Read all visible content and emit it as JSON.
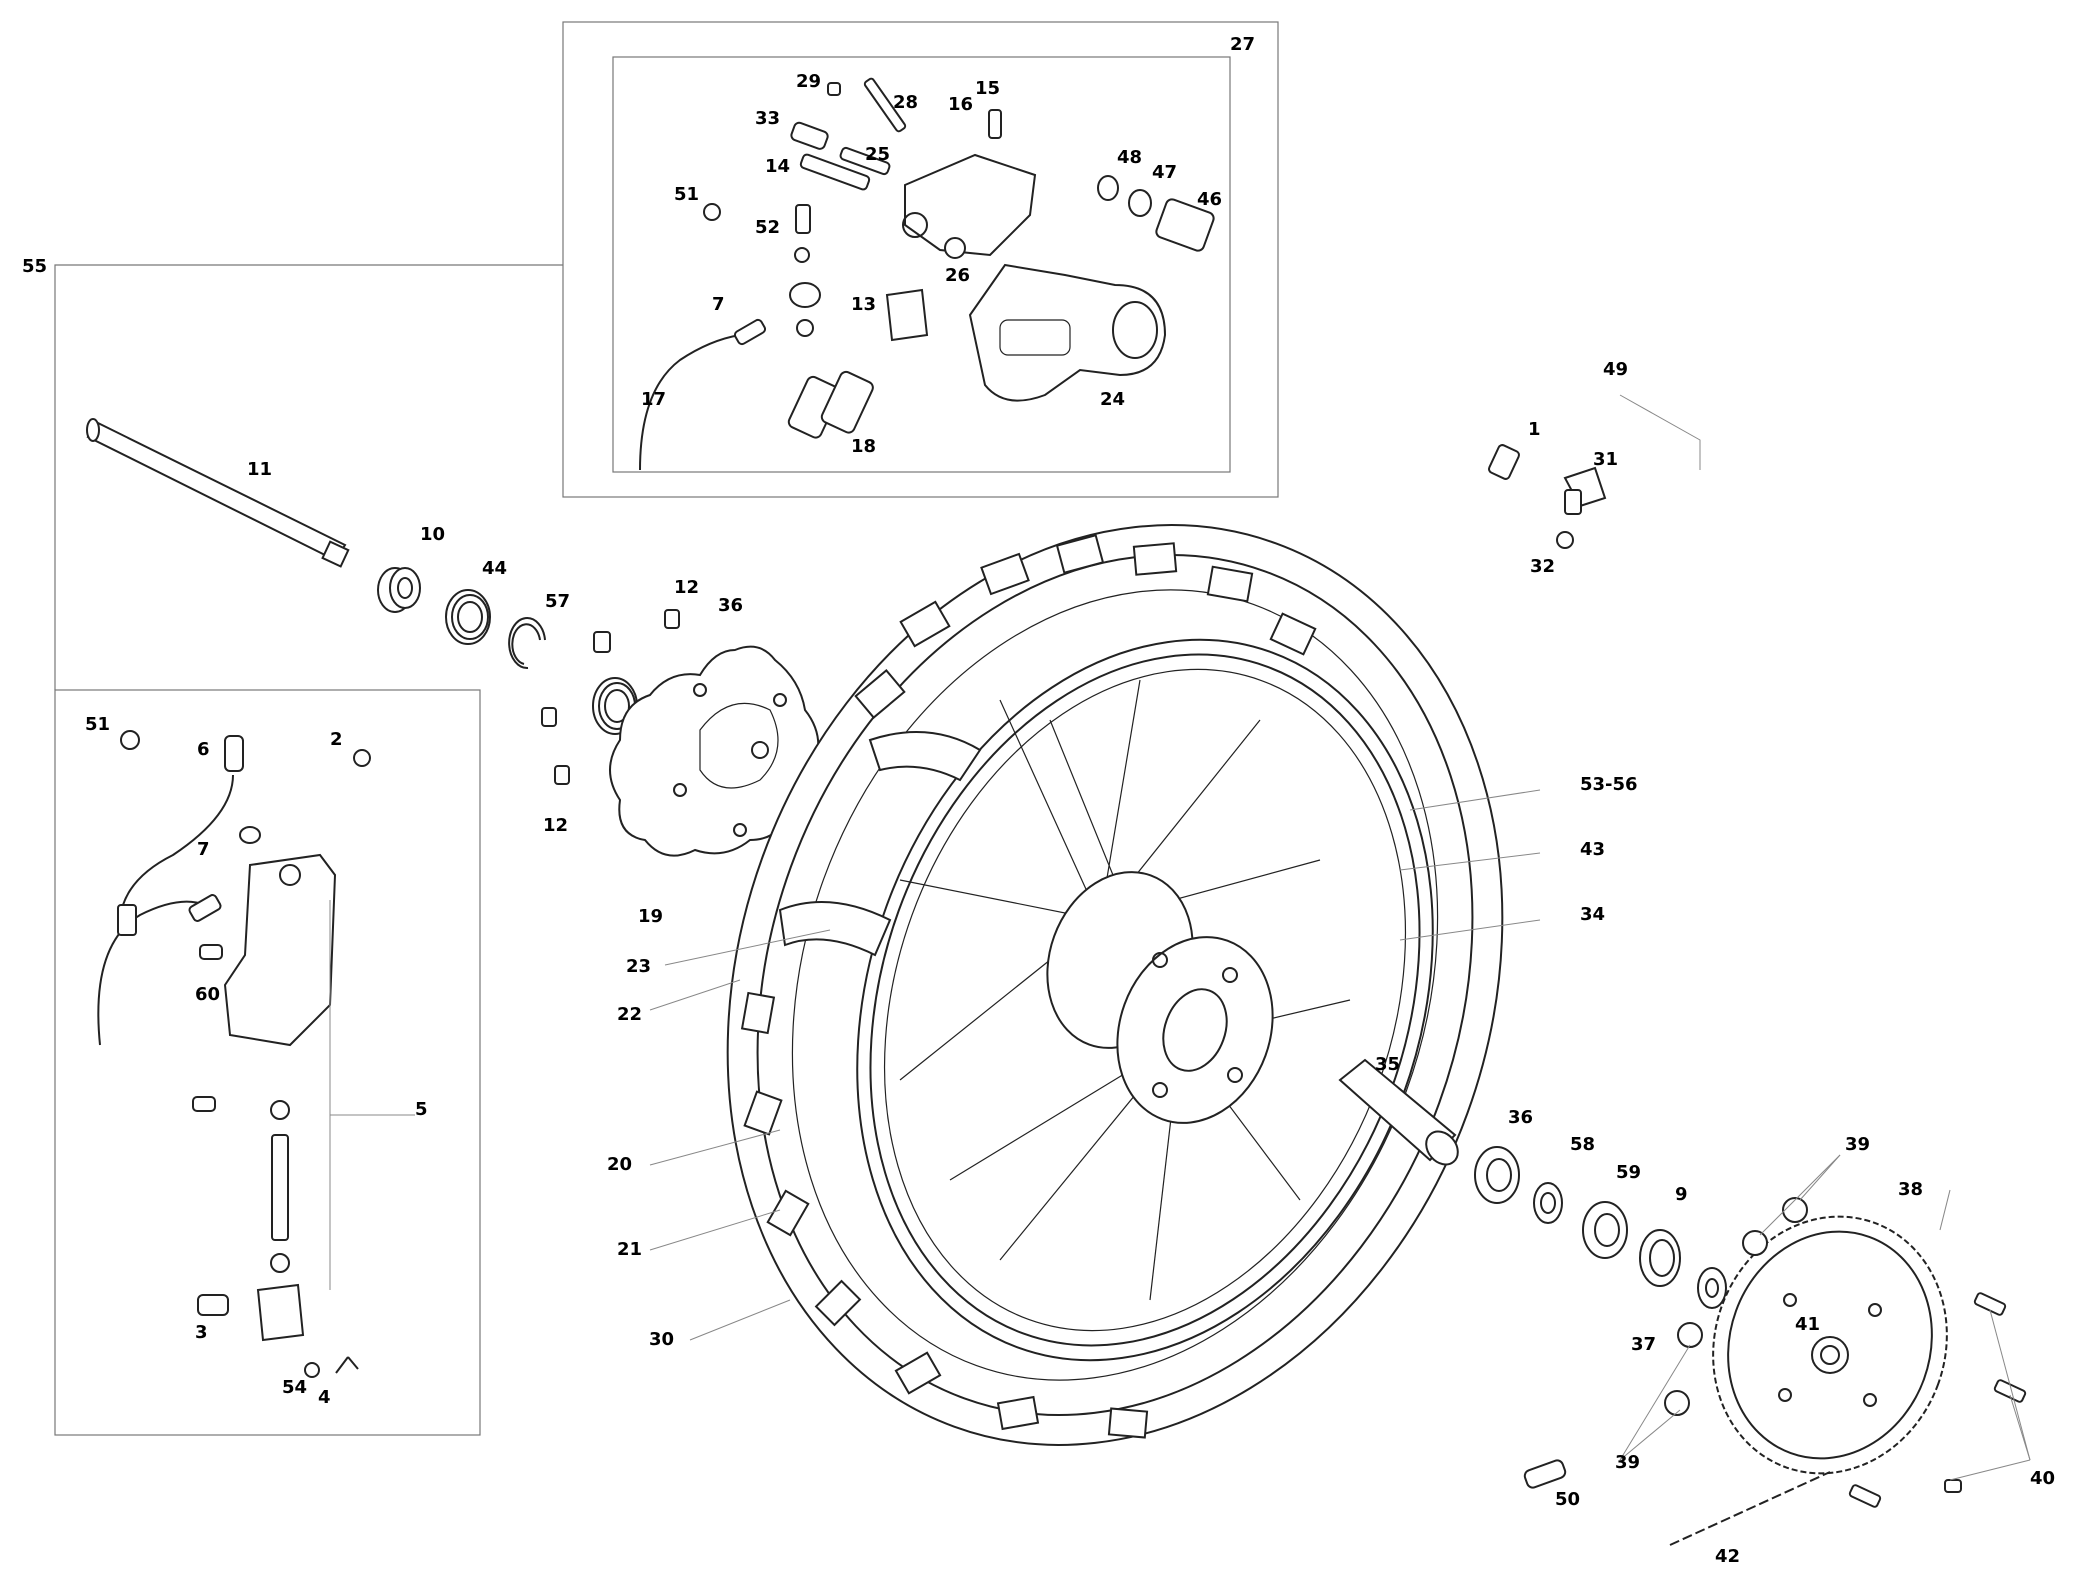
{
  "callouts": {
    "c1": "1",
    "c2": "2",
    "c3": "3",
    "c4": "4",
    "c5": "5",
    "c6": "6",
    "c7a": "7",
    "c7b": "7",
    "c9": "9",
    "c10": "10",
    "c11": "11",
    "c12a": "12",
    "c12b": "12",
    "c13": "13",
    "c14": "14",
    "c15": "15",
    "c16": "16",
    "c17": "17",
    "c18": "18",
    "c19": "19",
    "c20": "20",
    "c21": "21",
    "c22": "22",
    "c23": "23",
    "c24": "24",
    "c25": "25",
    "c26": "26",
    "c27": "27",
    "c28": "28",
    "c29": "29",
    "c30": "30",
    "c31": "31",
    "c32": "32",
    "c33": "33",
    "c34": "34",
    "c35": "35",
    "c36a": "36",
    "c36b": "36",
    "c37": "37",
    "c38": "38",
    "c39a": "39",
    "c39b": "39",
    "c40": "40",
    "c41": "41",
    "c42": "42",
    "c43": "43",
    "c44": "44",
    "c46": "46",
    "c47": "47",
    "c48": "48",
    "c49": "49",
    "c50": "50",
    "c51a": "51",
    "c51b": "51",
    "c52": "52",
    "c53": "53-56",
    "c54": "54",
    "c55": "55",
    "c57": "57",
    "c58": "58",
    "c59": "59",
    "c60": "60"
  }
}
